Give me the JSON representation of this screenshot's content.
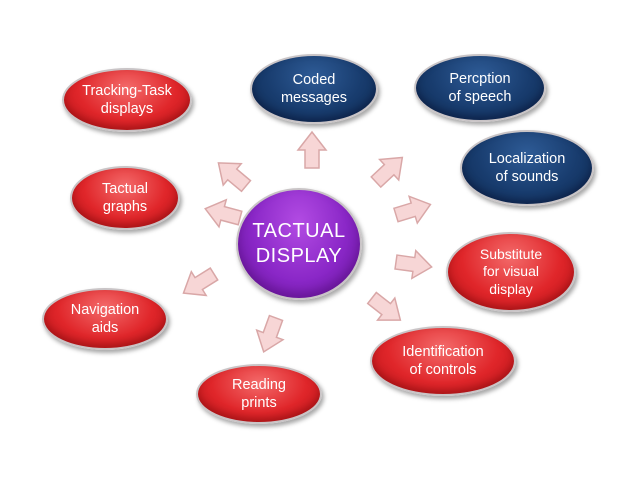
{
  "diagram": {
    "center": {
      "label": "TACTUAL\nDISPLAY"
    },
    "nodes": {
      "tracking_task": "Tracking-Task\ndisplays",
      "coded_messages": "Coded\nmessages",
      "perception_speech": "Percption\nof speech",
      "localization_sounds": "Localization\nof sounds",
      "tactual_graphs": "Tactual\ngraphs",
      "substitute_visual": "Substitute\nfor visual\ndisplay",
      "navigation_aids": "Navigation\naids",
      "identification_controls": "Identification\nof controls",
      "reading_prints": "Reading\nprints"
    }
  },
  "colors": {
    "red_node": "#e0262a",
    "blue_node": "#183c6e",
    "center_node": "#8a27c7",
    "arrow_fill": "#f7d6d6",
    "arrow_stroke": "#d9a7a7"
  }
}
